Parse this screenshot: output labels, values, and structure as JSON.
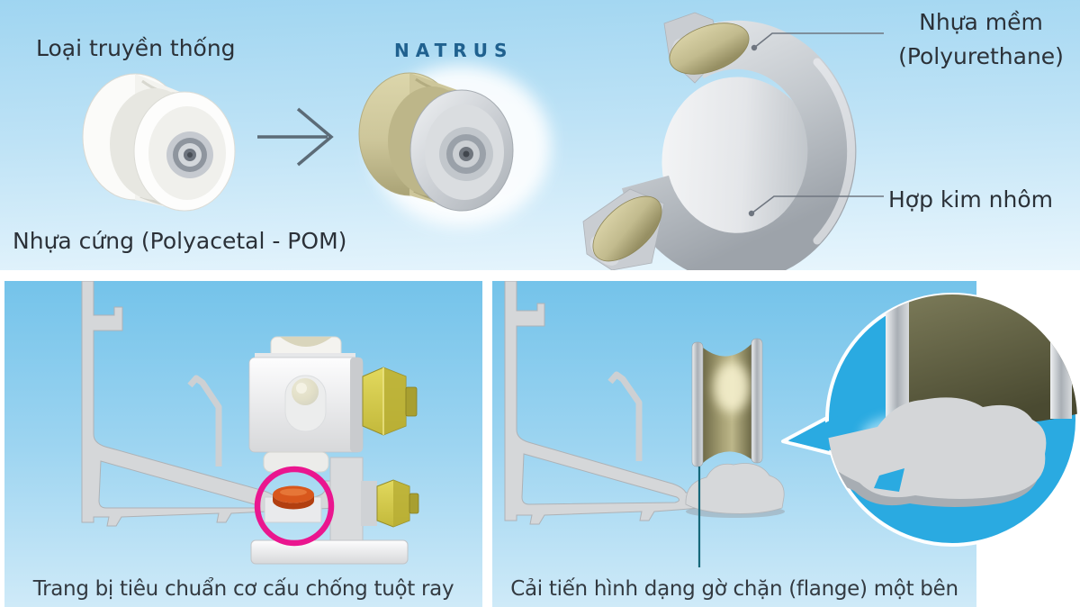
{
  "top_section": {
    "traditional": {
      "title": "Loại truyền thống",
      "material_label": "Nhựa cứng (Polyacetal - POM)"
    },
    "brand": "NATRUS",
    "cutaway_labels": {
      "soft_plastic_line1": "Nhựa mềm",
      "soft_plastic_line2": "(Polyurethane)",
      "aluminum": "Hợp kim nhôm"
    }
  },
  "bottom_panels": {
    "left": {
      "caption": "Trang bị tiêu chuẩn cơ cấu chống tuột ray"
    },
    "right": {
      "caption": "Cải tiến hình dạng gờ chặn (flange) một bên"
    }
  },
  "colors": {
    "brand_text": "#20618f",
    "highlight_circle_pink": "#ea168f",
    "magnifier_cyan": "#2aaae1",
    "polyurethane_olive": "#c9c294",
    "stopper_orange": "#d8571c",
    "bolt_brass": "#d8ce4e",
    "top_background": "#aadcf4",
    "panel_background": "#7cc7ec"
  }
}
